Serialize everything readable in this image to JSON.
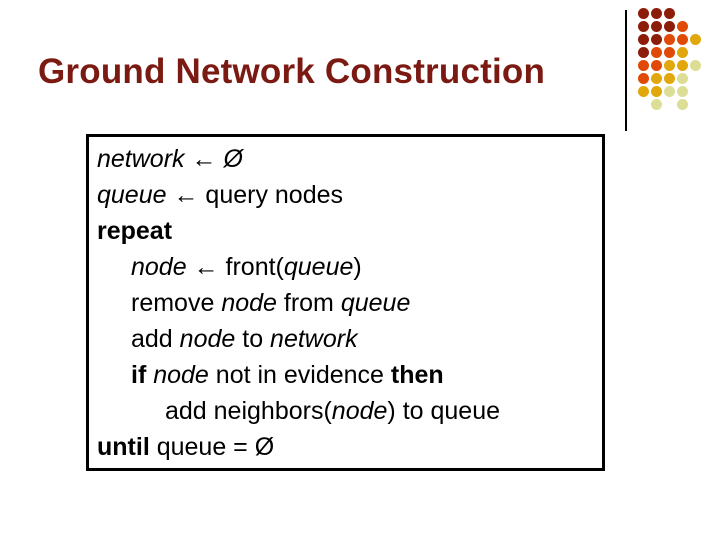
{
  "slide": {
    "title": "Ground Network Construction",
    "title_color": "#7B1A12",
    "background_color": "#FFFFFF"
  },
  "decoration": {
    "name": "dot-matrix-decoration",
    "rule_color": "#000000",
    "palette": {
      "dark_red": "#8C1D09",
      "orange_red": "#E04A06",
      "gold": "#E0A80C",
      "pale_yellow": "#DCDE96",
      "empty": "transparent"
    },
    "rows": [
      [
        "dark_red",
        "dark_red",
        "dark_red",
        "empty",
        "empty"
      ],
      [
        "dark_red",
        "dark_red",
        "dark_red",
        "orange_red",
        "empty"
      ],
      [
        "dark_red",
        "dark_red",
        "orange_red",
        "orange_red",
        "gold"
      ],
      [
        "dark_red",
        "orange_red",
        "orange_red",
        "gold",
        "empty"
      ],
      [
        "orange_red",
        "orange_red",
        "gold",
        "gold",
        "pale_yellow"
      ],
      [
        "orange_red",
        "gold",
        "gold",
        "pale_yellow",
        "empty"
      ],
      [
        "gold",
        "gold",
        "pale_yellow",
        "pale_yellow",
        "empty"
      ],
      [
        "empty",
        "pale_yellow",
        "empty",
        "pale_yellow",
        "empty"
      ]
    ]
  },
  "code_box": {
    "name": "pseudocode-box",
    "border_color": "#000000",
    "text_color": "#000000",
    "lines": [
      {
        "indent": 0,
        "tokens": [
          {
            "text": "network",
            "style": "var"
          },
          {
            "text": " ← ",
            "style": "plain"
          },
          {
            "text": "Ø",
            "style": "var"
          }
        ]
      },
      {
        "indent": 0,
        "tokens": [
          {
            "text": "queue",
            "style": "var"
          },
          {
            "text": " ← query nodes",
            "style": "plain"
          }
        ]
      },
      {
        "indent": 0,
        "tokens": [
          {
            "text": "repeat",
            "style": "kw"
          }
        ]
      },
      {
        "indent": 1,
        "tokens": [
          {
            "text": "node",
            "style": "var"
          },
          {
            "text": " ← front(",
            "style": "plain"
          },
          {
            "text": "queue",
            "style": "var"
          },
          {
            "text": ")",
            "style": "plain"
          }
        ]
      },
      {
        "indent": 1,
        "tokens": [
          {
            "text": "remove ",
            "style": "plain"
          },
          {
            "text": "node",
            "style": "var"
          },
          {
            "text": " from ",
            "style": "plain"
          },
          {
            "text": "queue",
            "style": "var"
          }
        ]
      },
      {
        "indent": 1,
        "tokens": [
          {
            "text": "add ",
            "style": "plain"
          },
          {
            "text": "node",
            "style": "var"
          },
          {
            "text": " to ",
            "style": "plain"
          },
          {
            "text": "network",
            "style": "var"
          }
        ]
      },
      {
        "indent": 1,
        "tokens": [
          {
            "text": "if ",
            "style": "kw"
          },
          {
            "text": "node",
            "style": "var"
          },
          {
            "text": " not in evidence ",
            "style": "plain"
          },
          {
            "text": "then",
            "style": "kw"
          }
        ]
      },
      {
        "indent": 2,
        "tokens": [
          {
            "text": "add neighbors(",
            "style": "plain"
          },
          {
            "text": "node",
            "style": "var"
          },
          {
            "text": ") to queue",
            "style": "plain"
          }
        ]
      },
      {
        "indent": 0,
        "tokens": [
          {
            "text": "until ",
            "style": "kw"
          },
          {
            "text": "queue = Ø",
            "style": "plain"
          }
        ]
      }
    ]
  }
}
